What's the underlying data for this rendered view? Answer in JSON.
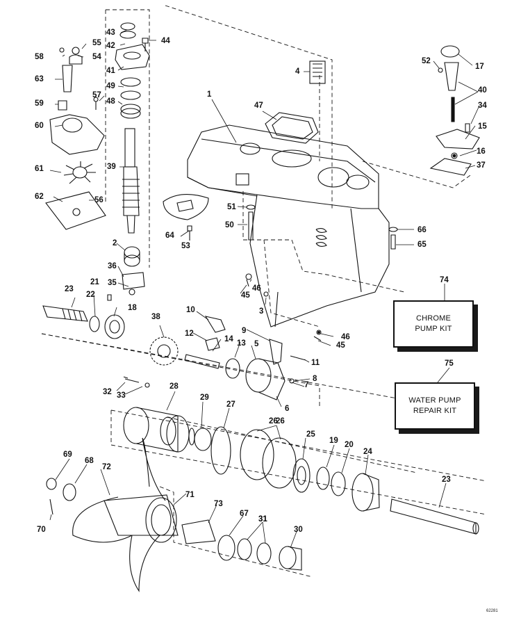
{
  "kits": {
    "chrome": {
      "number": "74",
      "label": "CHROME\nPUMP KIT"
    },
    "water": {
      "number": "75",
      "label": "WATER PUMP\nREPAIR KIT"
    }
  },
  "drawing_code": "62281",
  "callouts": [
    "1",
    "2",
    "3",
    "4",
    "5",
    "6",
    "7",
    "8",
    "9",
    "10",
    "11",
    "12",
    "13",
    "14",
    "15",
    "16",
    "17",
    "18",
    "19",
    "20",
    "21",
    "22",
    "23",
    "24",
    "25",
    "26",
    "27",
    "28",
    "29",
    "30",
    "31",
    "32",
    "33",
    "34",
    "35",
    "36",
    "37",
    "38",
    "39",
    "40",
    "41",
    "42",
    "43",
    "44",
    "45",
    "46",
    "47",
    "48",
    "49",
    "50",
    "51",
    "52",
    "53",
    "54",
    "55",
    "56",
    "57",
    "58",
    "59",
    "60",
    "61",
    "62",
    "63",
    "64",
    "65",
    "66",
    "67",
    "68",
    "69",
    "70",
    "71",
    "72",
    "73"
  ],
  "callouts_repeat": {
    "n23b": "23",
    "n26b": "26",
    "n31b": "31",
    "n45b": "45",
    "n46b": "46"
  },
  "colors": {
    "ink": "#111111",
    "paper": "#ffffff"
  }
}
